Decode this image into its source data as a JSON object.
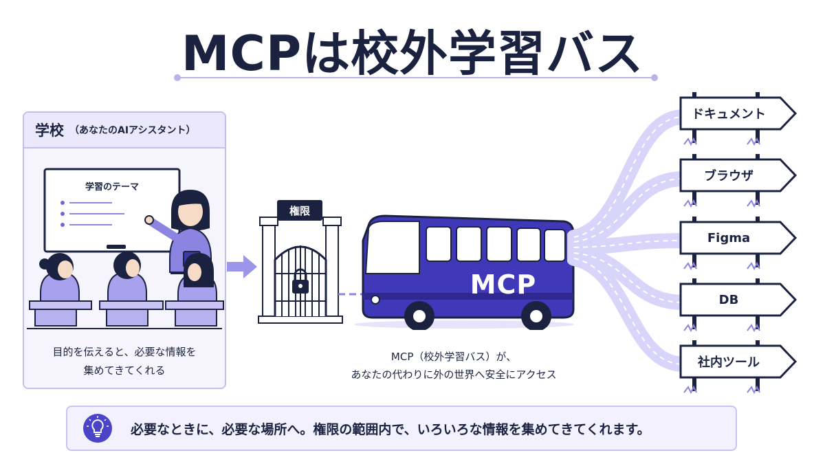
{
  "title": "MCPは校外学習バス",
  "school": {
    "title": "学校",
    "subtitle": "（あなたのAIアシスタント）",
    "board_title": "学習のテーマ",
    "caption_lines": [
      "目的を伝えると、必要な情報を",
      "集めてきてくれる"
    ]
  },
  "gate": {
    "label": "権限",
    "icon": "lock-icon"
  },
  "bus": {
    "label": "MCP",
    "caption_lines": [
      "MCP（校外学習バス）が、",
      "あなたの代わりに外の世界へ安全にアクセス"
    ]
  },
  "destinations": [
    {
      "label": "ドキュメント"
    },
    {
      "label": "ブラウザ"
    },
    {
      "label": "Figma"
    },
    {
      "label": "DB"
    },
    {
      "label": "社内ツール"
    }
  ],
  "banner": {
    "icon": "lightbulb-icon",
    "text": "必要なときに、必要な場所へ。権限の範囲内で、いろいろな情報を集めてきてくれます。"
  },
  "colors": {
    "accent": "#4b44c8",
    "accent_light": "#d9d4fa",
    "navy": "#1b2240",
    "panel_bg": "#f6f5fe",
    "panel_border": "#c3bdf0"
  }
}
